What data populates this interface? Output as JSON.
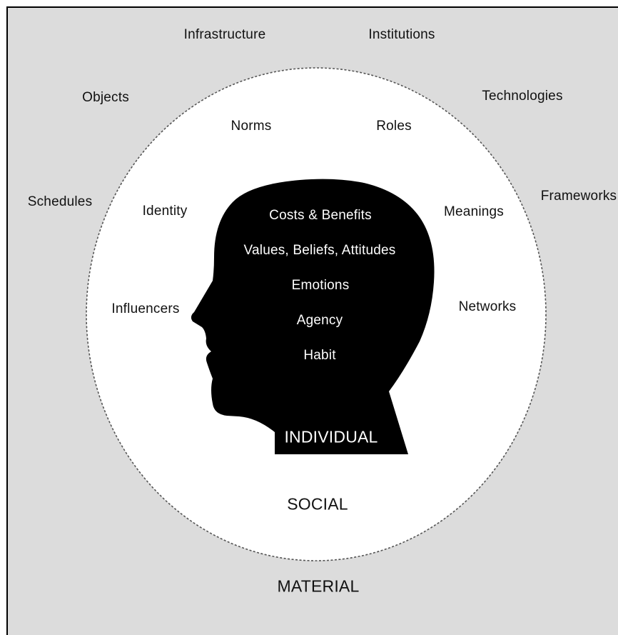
{
  "diagram": {
    "material": {
      "label": "MATERIAL",
      "items": [
        "Infrastructure",
        "Institutions",
        "Objects",
        "Technologies",
        "Schedules",
        "Frameworks"
      ]
    },
    "social": {
      "label": "SOCIAL",
      "items": [
        "Norms",
        "Roles",
        "Identity",
        "Meanings",
        "Influencers",
        "Networks"
      ]
    },
    "individual": {
      "label": "INDIVIDUAL",
      "items": [
        "Costs & Benefits",
        "Values, Beliefs, Attitudes",
        "Emotions",
        "Agency",
        "Habit"
      ]
    },
    "colors": {
      "background": "#dcdcdc",
      "circle_fill": "#ffffff",
      "head_fill": "#000000",
      "circle_border": "#555555"
    }
  }
}
